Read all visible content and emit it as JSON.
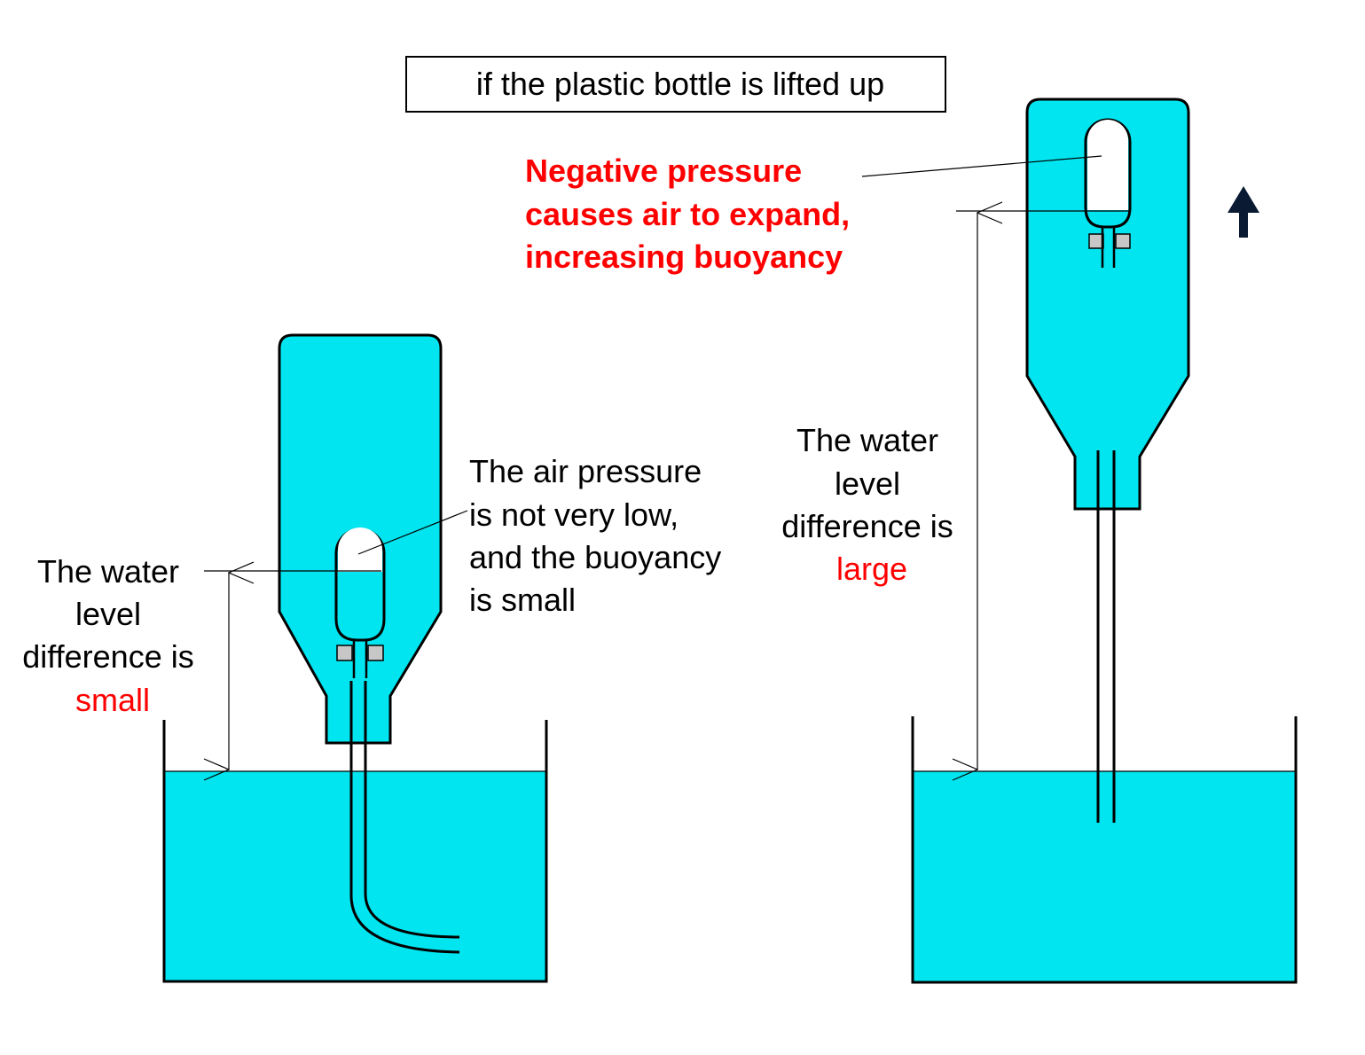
{
  "header": {
    "caption": "if the plastic bottle is lifted up"
  },
  "left": {
    "level_label": [
      "The water",
      "level",
      "difference is"
    ],
    "level_word": "small",
    "pressure_label": [
      "The air pressure",
      "is not very low,",
      "and the buoyancy",
      "is small"
    ]
  },
  "right": {
    "negative_label": [
      "Negative pressure",
      "causes air to expand,",
      "increasing buoyancy"
    ],
    "level_label": [
      "The water",
      "level",
      "difference is"
    ],
    "level_word": "large"
  },
  "colors": {
    "water": "#00e5ef",
    "text": "#000000",
    "highlight": "#ff0000",
    "arrow": "#0a1a33"
  },
  "icons": {
    "lift_arrow": "up-arrow-icon"
  }
}
